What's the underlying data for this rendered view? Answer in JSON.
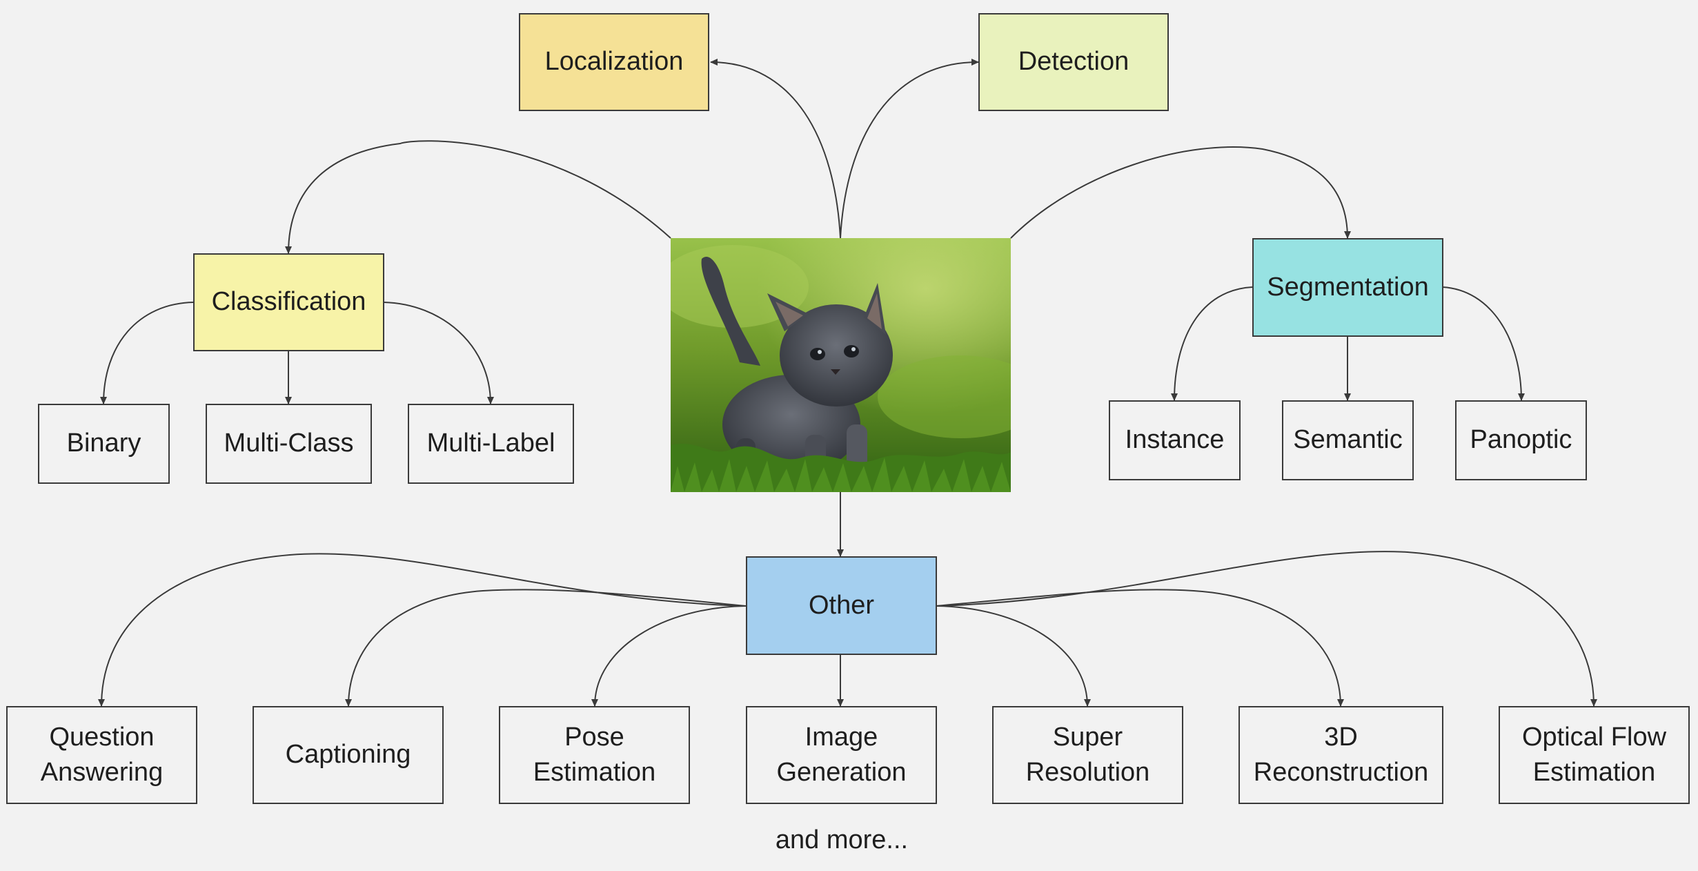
{
  "colors": {
    "background": "#f2f2f2",
    "localization": "#f5e196",
    "detection": "#e9f2bd",
    "classification": "#f7f3a8",
    "segmentation": "#97e2e2",
    "other": "#a4cfef",
    "leaf": "#f2f2f2",
    "stroke": "#3a3a3a"
  },
  "center_image": {
    "subject": "kitten on grass"
  },
  "nodes": {
    "localization": "Localization",
    "detection": "Detection",
    "classification": "Classification",
    "segmentation": "Segmentation",
    "other": "Other",
    "binary": "Binary",
    "multi_class": "Multi-Class",
    "multi_label": "Multi-Label",
    "instance": "Instance",
    "semantic": "Semantic",
    "panoptic": "Panoptic",
    "question_answering": "Question\nAnswering",
    "captioning": "Captioning",
    "pose_estimation": "Pose\nEstimation",
    "image_generation": "Image\nGeneration",
    "super_resolution": "Super\nResolution",
    "reconstruction_3d": "3D\nReconstruction",
    "optical_flow": "Optical Flow\nEstimation"
  },
  "footer": "and more..."
}
